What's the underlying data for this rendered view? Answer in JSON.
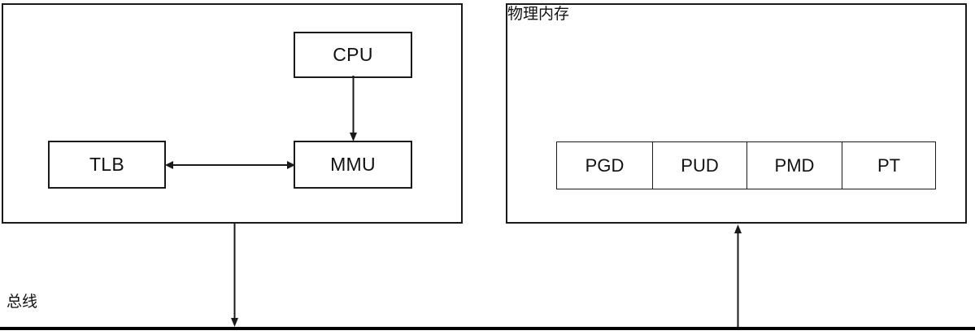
{
  "diagram": {
    "title_left": "",
    "cpu_block": {
      "nodes": [
        {
          "id": "cpu",
          "label": "CPU"
        },
        {
          "id": "tlb",
          "label": "TLB"
        },
        {
          "id": "mmu",
          "label": "MMU"
        }
      ]
    },
    "memory_block": {
      "label": "物理内存",
      "page_table_cells": [
        {
          "id": "pgd",
          "label": "PGD"
        },
        {
          "id": "pud",
          "label": "PUD"
        },
        {
          "id": "pmd",
          "label": "PMD"
        },
        {
          "id": "pt",
          "label": "PT"
        }
      ]
    },
    "bus": {
      "label": "总线"
    },
    "connections": [
      {
        "from": "cpu",
        "to": "mmu",
        "direction": "down"
      },
      {
        "from": "tlb",
        "to": "mmu",
        "direction": "both"
      },
      {
        "from": "cpu-block",
        "to": "bus",
        "direction": "down"
      },
      {
        "from": "bus",
        "to": "memory-block",
        "direction": "up"
      }
    ],
    "colors": {
      "stroke": "#1a1a1a",
      "text": "#111111",
      "background": "#ffffff",
      "bus": "#000000"
    }
  }
}
